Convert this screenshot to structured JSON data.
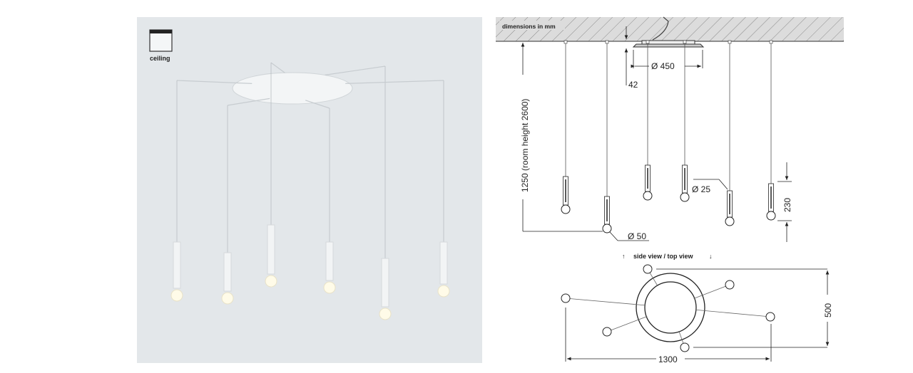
{
  "photo": {
    "mounting_label": "ceiling",
    "icon": "ceiling-mount-icon",
    "background": "#e3e7ea"
  },
  "drawing": {
    "units_label": "dimensions in mm",
    "canopy_diameter": "Ø 450",
    "canopy_height": "42",
    "suspension_length": "1250 (room height 2600)",
    "tube_diameter": "Ø 25",
    "bulb_diameter": "Ø 50",
    "pendant_length": "230",
    "view_label": "side view / top view",
    "up_arrow": "↑",
    "down_arrow": "↓",
    "top_width": "1300",
    "top_depth": "500"
  }
}
